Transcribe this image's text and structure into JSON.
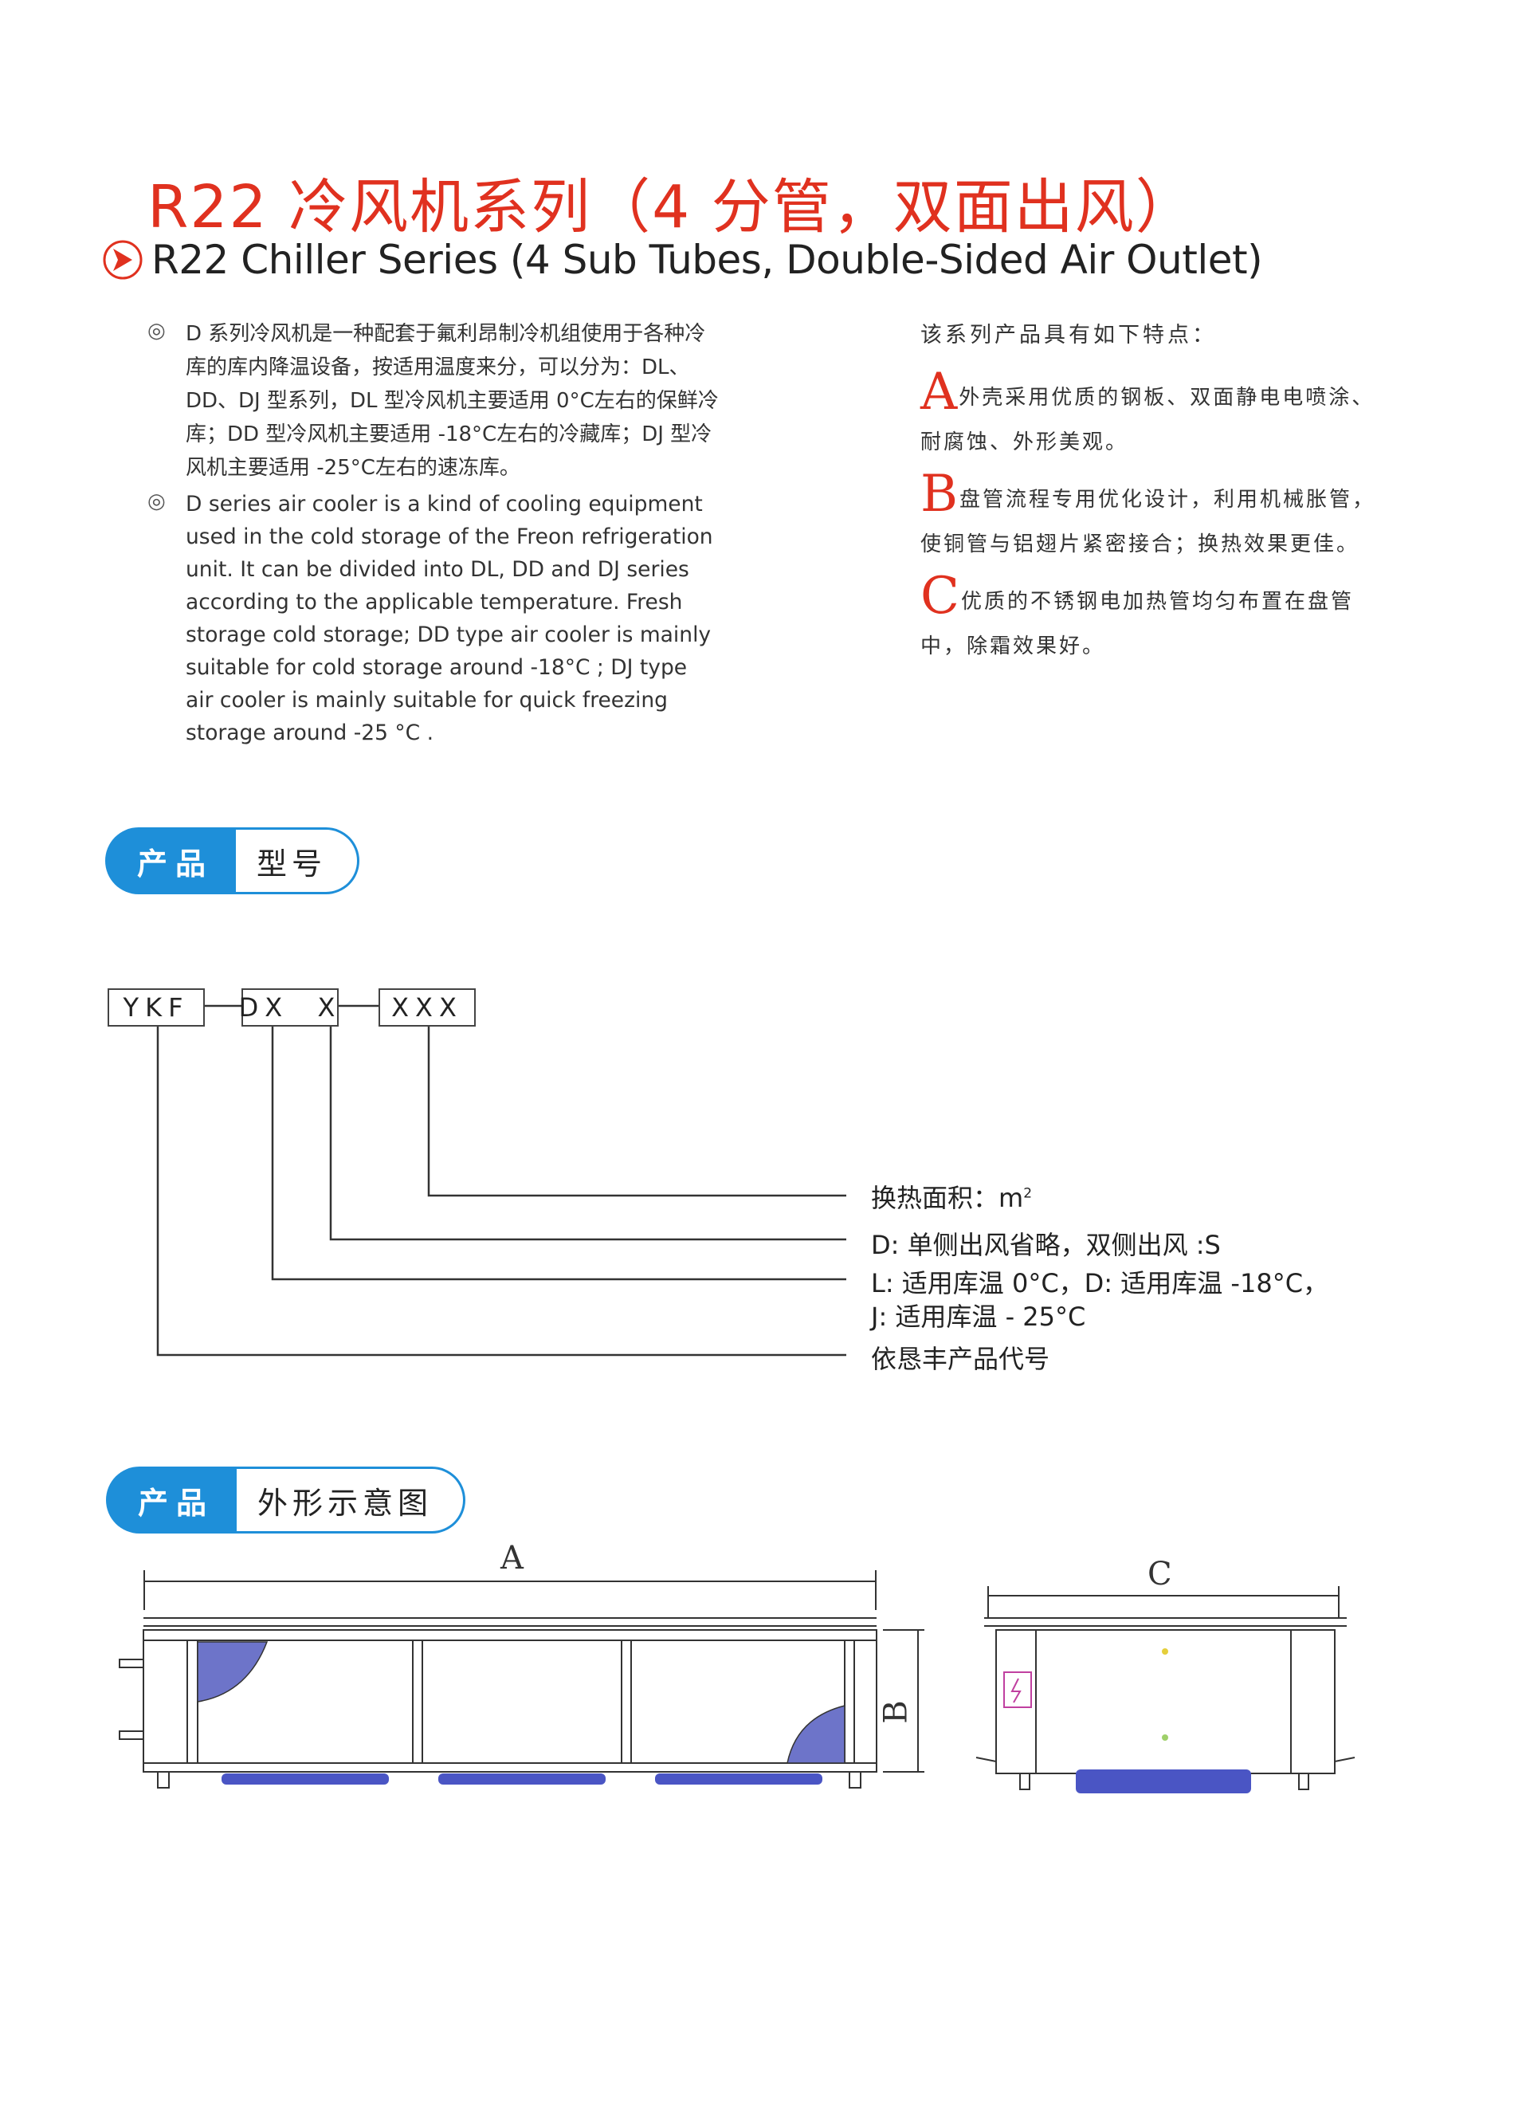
{
  "title": {
    "cn": "R22 冷风机系列（4 分管，双面出风）",
    "en": "R22 Chiller Series (4 Sub Tubes, Double-Sided Air Outlet)",
    "icon": "arrow-right-circle-icon"
  },
  "description": {
    "bullet": "◎",
    "cn": "D 系列冷风机是一种配套于氟利昂制冷机组使用于各种冷库的库内降温设备，按适用温度来分，可以分为：DL、DD、DJ 型系列，DL 型冷风机主要适用 0°C左右的保鲜冷库；DD 型冷风机主要适用 -18°C左右的冷藏库；DJ 型冷风机主要适用 -25°C左右的速冻库。",
    "en": "D series air cooler is a kind of cooling equipment used in the cold storage of the Freon refrigeration unit. It can be divided into DL, DD and DJ series according to the applicable temperature. Fresh storage cold storage; DD type air cooler is mainly suitable for cold storage around -18°C ; DJ type air cooler is mainly suitable for quick freezing storage around -25 °C ."
  },
  "features": {
    "intro": "该系列产品具有如下特点：",
    "items": [
      {
        "letter": "A",
        "text": "外壳采用优质的钢板、双面静电电喷涂、耐腐蚀、外形美观。"
      },
      {
        "letter": "B",
        "text": "盘管流程专用优化设计，利用机械胀管，使铜管与铝翅片紧密接合；换热效果更佳。"
      },
      {
        "letter": "C",
        "text": "优质的不锈钢电加热管均匀布置在盘管中，除霜效果好。"
      }
    ]
  },
  "section_model": {
    "left": "产品",
    "right": "型号"
  },
  "model_code": {
    "parts": [
      "YKF",
      "DX  X",
      "XXX"
    ],
    "legend": {
      "area": "换热面积：m",
      "area_sup": "2",
      "outlet": "D: 单侧出风省略，双侧出风 :S",
      "temp_line1": "L: 适用库温 0°C，D: 适用库温 -18°C，",
      "temp_line2": "J: 适用库温 - 25°C",
      "brand": "依恳丰产品代号"
    }
  },
  "section_outline": {
    "left": "产品",
    "right": "外形示意图"
  },
  "drawing": {
    "label_a": "A",
    "label_b": "B",
    "label_c": "C"
  },
  "colors": {
    "accent_red": "#e0311f",
    "accent_blue": "#1e8fd9",
    "fan_blue": "#4a55c4"
  }
}
